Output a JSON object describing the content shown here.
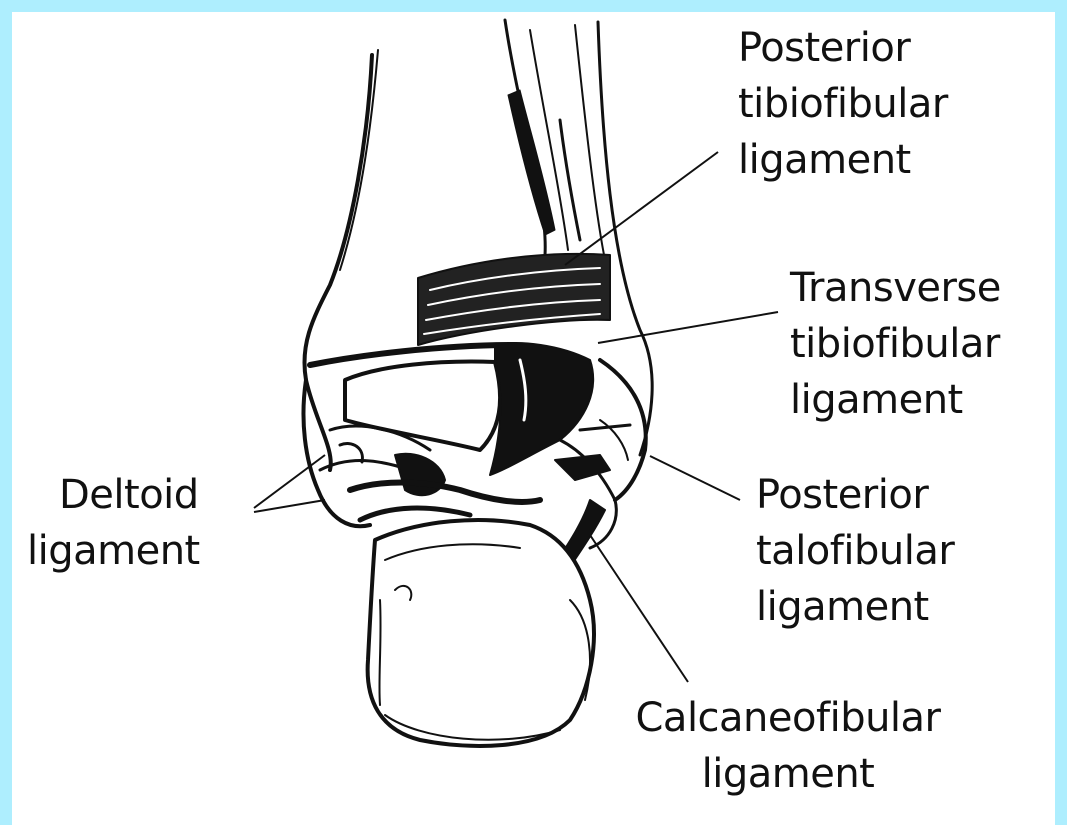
{
  "colors": {
    "border": "#aeeefe",
    "background": "#ffffff",
    "ink": "#111111"
  },
  "labels": {
    "posterior_tibiofibular": [
      "Posterior",
      "tibiofibular",
      "ligament"
    ],
    "transverse_tibiofibular": [
      "Transverse",
      "tibiofibular",
      "ligament"
    ],
    "deltoid": [
      "Deltoid",
      "ligament"
    ],
    "posterior_talofibular": [
      "Posterior",
      "talofibular",
      "ligament"
    ],
    "calcaneofibular": [
      "Calcaneofibular",
      "ligament"
    ]
  }
}
